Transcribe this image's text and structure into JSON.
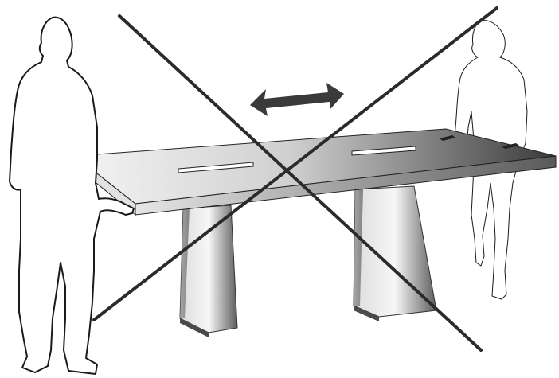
{
  "diagram": {
    "kind": "assembly-warning-illustration",
    "figures": [
      "person-left-holding-tabletop",
      "person-right-holding-tabletop"
    ],
    "objects": [
      "tabletop",
      "cable-slot-left",
      "cable-slot-right",
      "pedestal-leg-left",
      "pedestal-leg-right"
    ],
    "symbols": {
      "move_arrow": "double-headed-arrow-icon",
      "prohibition": "cross-out-icon"
    },
    "colors": {
      "outline": "#1a1a1a",
      "arrow": "#3a3a3a",
      "cross": "#2b2b2b",
      "tabletop_light": "#f2f2f2",
      "tabletop_dark": "#3c3c3c",
      "leg_light": "#f4f4f4",
      "leg_dark": "#555555"
    }
  }
}
